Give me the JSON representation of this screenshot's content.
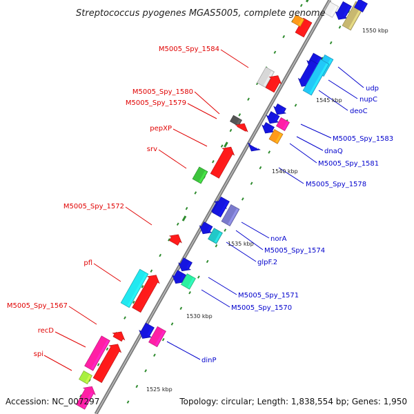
{
  "title": "Streptococcus pyogenes MGAS5005, complete genome",
  "footer": {
    "accession": "Accession: NC_007297",
    "summary": "Topology: circular; Length: 1,838,554 bp; Genes: 1,950"
  },
  "colors": {
    "left_label": "#e00000",
    "right_label": "#0000cc",
    "backbone": "#8a8a8a",
    "tick": "#2e8b2e"
  },
  "tick_labels": [
    "1525 kbp",
    "1530 kbp",
    "1535 kbp",
    "1540 kbp",
    "1545 kbp",
    "1550 kbp"
  ],
  "left_labels": [
    "M5005_Spy_1584",
    "M5005_Spy_1580",
    "M5005_Spy_1579",
    "pepXP",
    "srv",
    "M5005_Spy_1572",
    "pfl",
    "M5005_Spy_1567",
    "recD",
    "spi"
  ],
  "right_labels": [
    "udp",
    "nupC",
    "deoC",
    "M5005_Spy_1583",
    "dnaQ",
    "M5005_Spy_1581",
    "M5005_Spy_1578",
    "norA",
    "M5005_Spy_1574",
    "glpF.2",
    "M5005_Spy_1571",
    "M5005_Spy_1570",
    "dinP"
  ]
}
